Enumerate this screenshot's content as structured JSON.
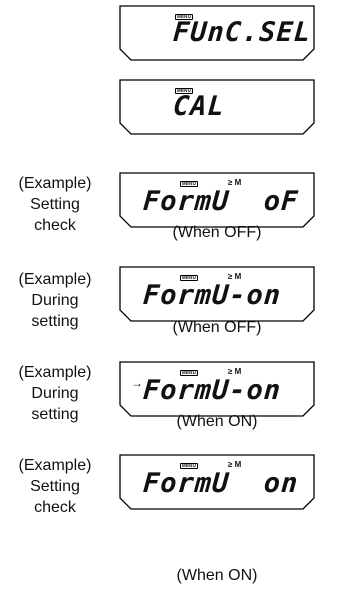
{
  "panels": [
    {
      "menu": "MENU",
      "display": "FUnC.SEL"
    },
    {
      "menu": "MENU",
      "display": "CAL"
    },
    {
      "menu": "MENU",
      "display": "FormU  oF",
      "indicators": "≥ M",
      "side_label": [
        "(Example)",
        "Setting",
        "check"
      ],
      "caption": "(When OFF)"
    },
    {
      "menu": "MENU",
      "display": "FormU-on",
      "indicators": "≥ M",
      "side_label": [
        "(Example)",
        "During",
        "setting"
      ],
      "caption": "(When OFF)"
    },
    {
      "menu": "MENU",
      "display": "FormU-on",
      "indicators": "≥ M",
      "arrow": "→",
      "side_label": [
        "(Example)",
        "During",
        "setting"
      ],
      "caption": "(When ON)"
    },
    {
      "menu": "MENU",
      "display": "FormU  on",
      "indicators": "≥ M",
      "side_label": [
        "(Example)",
        "Setting",
        "check"
      ],
      "caption": "(When ON)"
    }
  ]
}
